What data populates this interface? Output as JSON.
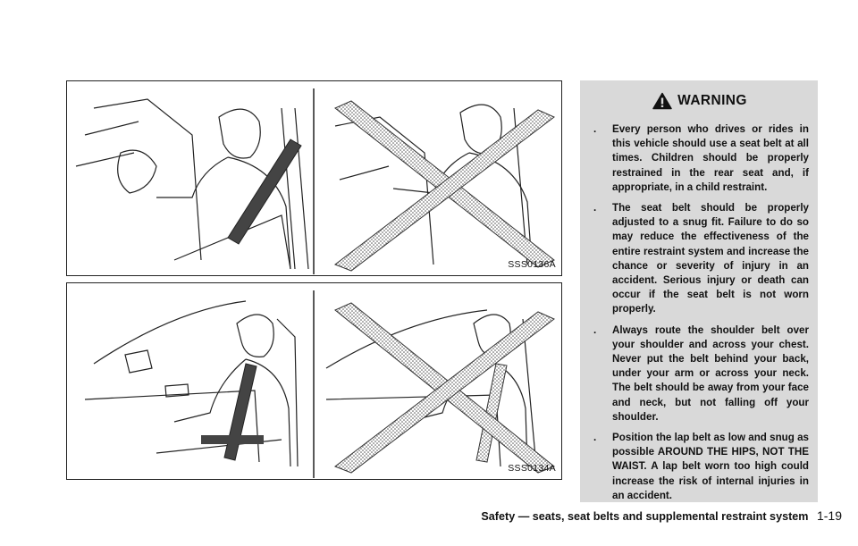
{
  "figures": {
    "top": {
      "code": "SSS0136A",
      "left_state": "correct",
      "right_state": "incorrect"
    },
    "bottom": {
      "code": "SSS0134A",
      "left_state": "correct",
      "right_state": "incorrect"
    }
  },
  "warning": {
    "icon": "warning-triangle-icon",
    "title": "WARNING",
    "items": [
      "Every person who drives or rides in this vehicle should use a seat belt at all times. Children should be properly restrained in the rear seat and, if appropriate, in a child restraint.",
      "The seat belt should be properly adjusted to a snug fit. Failure to do so may reduce the effectiveness of the entire restraint system and increase the chance or severity of injury in an accident. Serious injury or death can occur if the seat belt is not worn properly.",
      "Always route the shoulder belt over your shoulder and across your chest. Never put the belt behind your back, under your arm or across your neck. The belt should be away from your face and neck, but not falling off your shoulder.",
      "Position the lap belt as low and snug as possible AROUND THE HIPS, NOT THE WAIST. A lap belt worn too high could increase the risk of internal injuries in an accident."
    ],
    "bullet": "."
  },
  "footer": {
    "section": "Safety — seats, seat belts and supplemental restraint system",
    "page": "1-19"
  }
}
